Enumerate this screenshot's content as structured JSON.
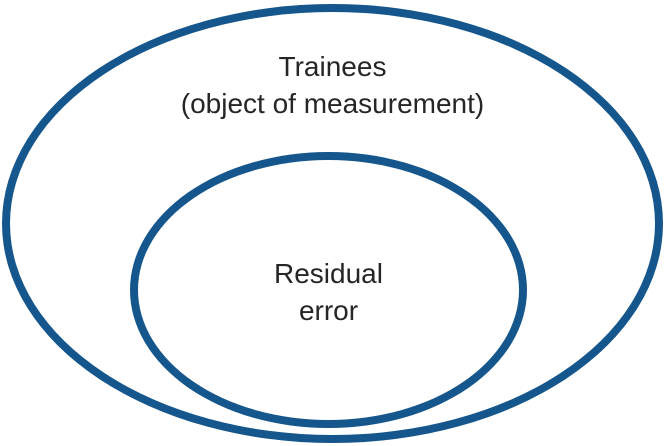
{
  "diagram": {
    "type": "nested-ellipses",
    "colors": {
      "ellipse_stroke": "#15568D",
      "text": "#262626",
      "background": "#ffffff"
    },
    "outer_ellipse": {
      "label_line1": "Trainees",
      "label_line2": "(object of measurement)"
    },
    "inner_ellipse": {
      "label_line1": "Residual",
      "label_line2": "error"
    }
  }
}
